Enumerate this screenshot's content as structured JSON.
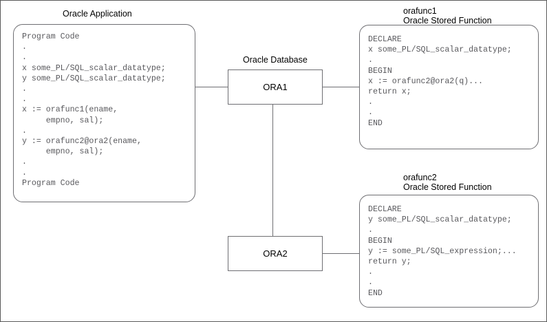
{
  "diagram": {
    "title": "Oracle distributed stored function call diagram",
    "line_color": "#6e6e72",
    "code_color": "#58585c",
    "label_color": "#000000"
  },
  "app_box": {
    "caption": "Oracle Application",
    "code": "Program Code\n.\n.\nx some_PL/SQL_scalar_datatype;\ny some_PL/SQL_scalar_datatype;\n.\n.\nx := orafunc1(ename,\n     empno, sal);\n.\ny := orafunc2@ora2(ename,\n     empno, sal);\n.\n.\nProgram Code"
  },
  "database": {
    "caption": "Oracle Database",
    "node1_label": "ORA1",
    "node2_label": "ORA2"
  },
  "func1_box": {
    "caption_line1": "orafunc1",
    "caption_line2": "Oracle Stored Function",
    "code": "DECLARE\nx some_PL/SQL_scalar_datatype;\n.\nBEGIN\nx := orafunc2@ora2(q)...\nreturn x;\n.\n.\nEND"
  },
  "func2_box": {
    "caption_line1": "orafunc2",
    "caption_line2": "Oracle Stored Function",
    "code": "DECLARE\ny some_PL/SQL_scalar_datatype;\n.\nBEGIN\ny := some_PL/SQL_expression;...\nreturn y;\n.\n.\nEND"
  }
}
